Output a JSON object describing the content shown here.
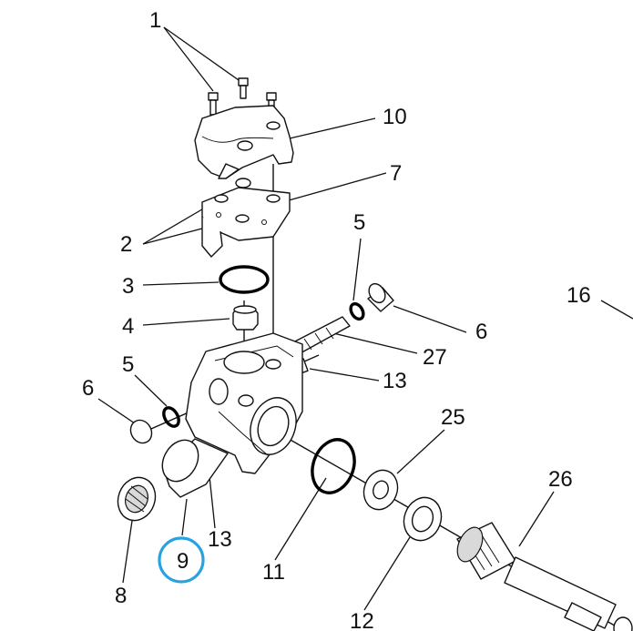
{
  "highlight_color": "#29a3e0",
  "highlighted_callout": "9",
  "callouts": {
    "c1": "1",
    "c2": "2",
    "c3": "3",
    "c4": "4",
    "c5a": "5",
    "c5b": "5",
    "c6a": "6",
    "c6b": "6",
    "c7": "7",
    "c8": "8",
    "c9": "9",
    "c10": "10",
    "c11": "11",
    "c12": "12",
    "c13a": "13",
    "c13b": "13",
    "c16": "16",
    "c25": "25",
    "c26": "26",
    "c27": "27"
  }
}
